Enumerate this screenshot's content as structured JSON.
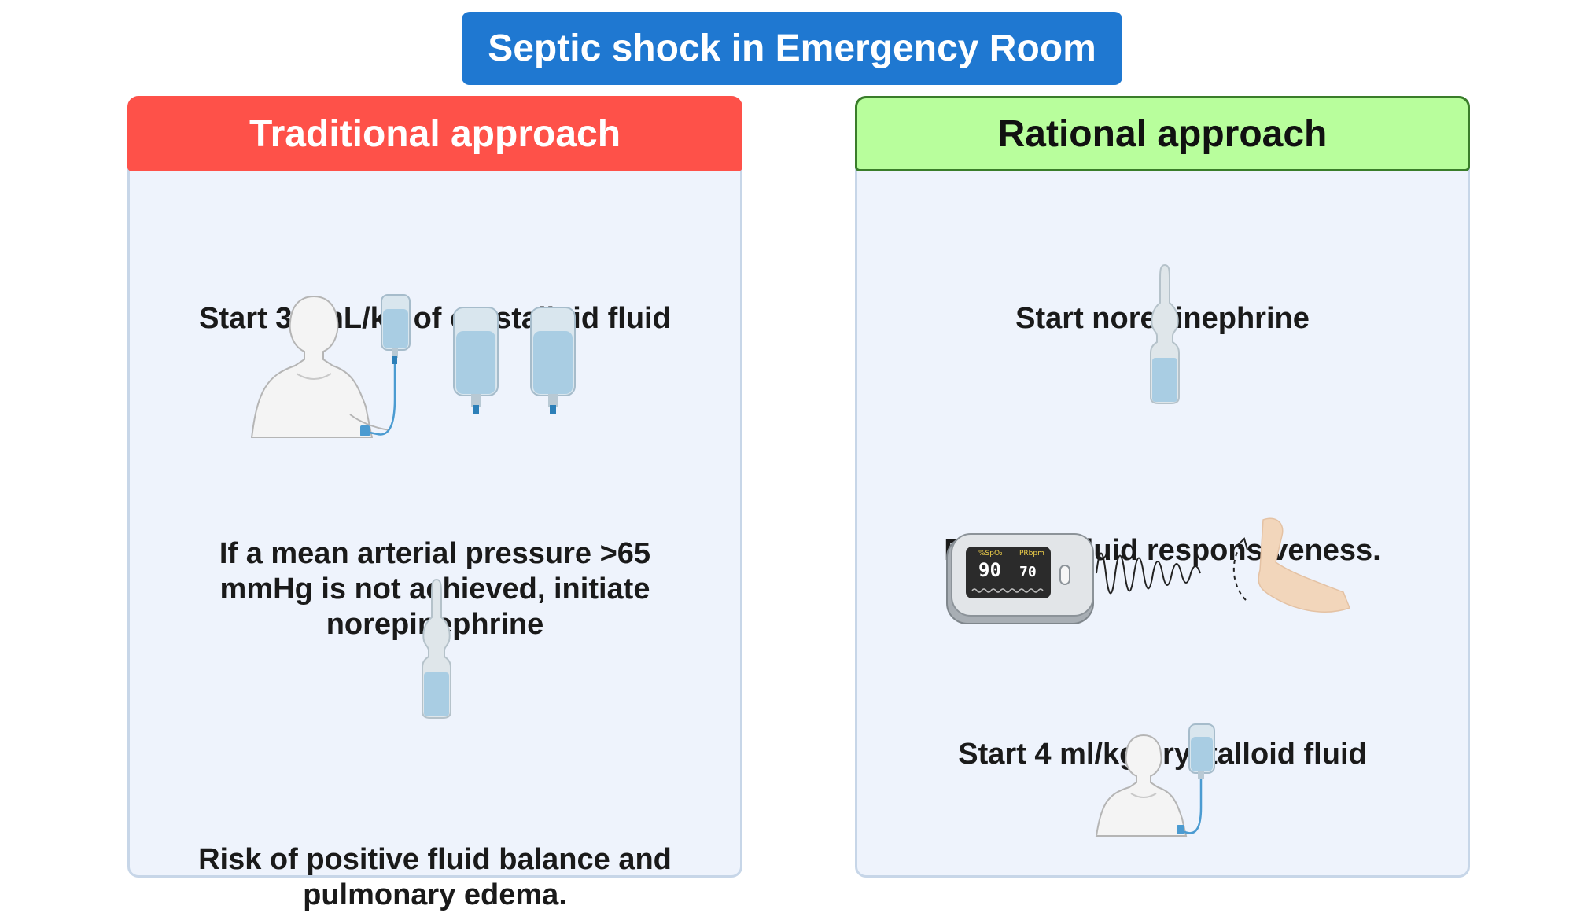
{
  "title": "Septic shock in Emergency Room",
  "traditional": {
    "header": "Traditional approach",
    "step1": "Start 30 mL/kg of crystalloid fluid",
    "step2_line1": "If a mean arterial pressure >65",
    "step2_line2": "mmHg is not achieved, initiate",
    "step2_line3": "norepinephrine",
    "step3_line1": "Risk of positive fluid balance and",
    "step3_line2": "pulmonary edema."
  },
  "rational": {
    "header": "Rational approach",
    "step1": "Start norepinephrine",
    "step2": "Evaluate fluid responsiveness.",
    "step3": "Start 4 ml/kg crystalloid fluid"
  },
  "oximeter": {
    "spo2_label": "%SpO₂",
    "pr_label": "PRbpm",
    "spo2_value": "90",
    "pr_value": "70"
  },
  "colors": {
    "title_bg": "#1f78d1",
    "traditional_header": "#fe5149",
    "rational_header": "#b8fe9c",
    "panel_bg": "#eef3fc",
    "fluid": "#a9cde3"
  }
}
